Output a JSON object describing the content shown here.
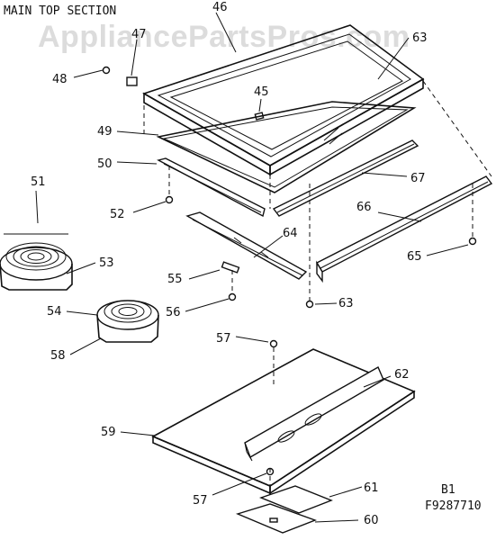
{
  "title": "MAIN TOP SECTION",
  "watermark": "AppliancePartsPros.com",
  "figure_code": {
    "line1": "B1",
    "line2": "F9287710"
  },
  "callouts": {
    "c46": "46",
    "c47": "47",
    "c48": "48",
    "c63a": "63",
    "c45": "45",
    "c49": "49",
    "c50": "50",
    "c67": "67",
    "c51": "51",
    "c52": "52",
    "c66": "66",
    "c64": "64",
    "c53": "53",
    "c65": "65",
    "c55": "55",
    "c54": "54",
    "c56": "56",
    "c63b": "63",
    "c58": "58",
    "c57a": "57",
    "c62": "62",
    "c59": "59",
    "c57b": "57",
    "c61": "61",
    "c60": "60"
  }
}
